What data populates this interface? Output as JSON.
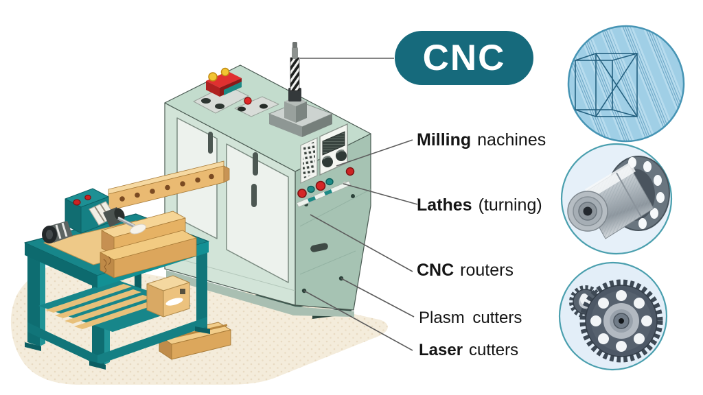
{
  "figure": {
    "badge": {
      "text": "CNC"
    },
    "callouts": [
      {
        "id": "milling",
        "bold": "Milling",
        "rest": "nachines"
      },
      {
        "id": "lathes",
        "bold": "Lathes",
        "rest": "(turning)"
      },
      {
        "id": "routers",
        "bold": "CNC",
        "rest": "routers"
      },
      {
        "id": "plasma",
        "bold": "",
        "rest": "Plasm cutters"
      },
      {
        "id": "laser",
        "bold": "Laser",
        "rest": "cutters"
      }
    ],
    "icons": [
      {
        "name": "cad-cube-wireframe-icon"
      },
      {
        "name": "machined-cylinder-part-icon"
      },
      {
        "name": "gears-icon"
      }
    ],
    "illustration_parts": [
      "cnc-milling-machine",
      "spindle-drill",
      "control-panel",
      "wood-lathe-workbench",
      "wood-beam",
      "cardboard-box",
      "floor-mat",
      "wood-plank"
    ],
    "colors": {
      "badge_teal": "#166a7c",
      "machine_front": "#d2e4d8",
      "machine_side": "#a6c3b3",
      "machine_top": "#c3dccd",
      "lathe_teal": "#17868a",
      "wood": "#ecc580",
      "floor_mat": "#f4ecdb",
      "leader_line": "#5c5c5c",
      "icon_circle_fill": "#e6f0f9",
      "icon_circle_stroke": "#4a9fae",
      "label_text": "#151515"
    }
  }
}
